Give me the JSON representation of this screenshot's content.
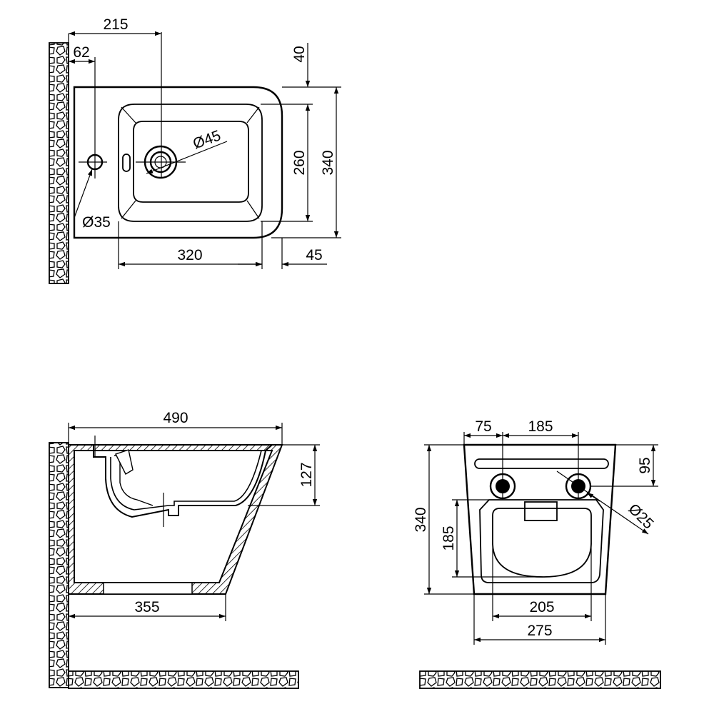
{
  "top_view": {
    "dim_215": "215",
    "dim_62": "62",
    "dim_40": "40",
    "dim_d45": "Ø45",
    "dim_260": "260",
    "dim_340": "340",
    "dim_d35": "Ø35",
    "dim_320": "320",
    "dim_45": "45"
  },
  "side_view": {
    "dim_490": "490",
    "dim_127": "127",
    "dim_355": "355"
  },
  "rear_view": {
    "dim_75": "75",
    "dim_185_top": "185",
    "dim_95": "95",
    "dim_340": "340",
    "dim_d25": "Ø25",
    "dim_185_left": "185",
    "dim_205": "205",
    "dim_275": "275"
  }
}
